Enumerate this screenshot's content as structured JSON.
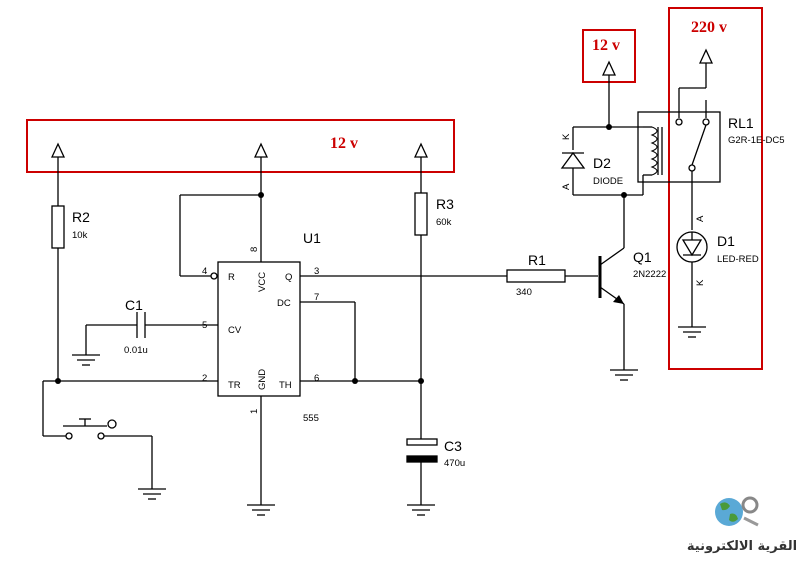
{
  "annotations": {
    "supply_12v_main": "12 v",
    "supply_12v_relay": "12 v",
    "supply_220v": "220 v"
  },
  "components": {
    "u1": {
      "ref": "U1",
      "part": "555",
      "pins": {
        "r": "R",
        "vcc": "VCC",
        "q": "Q",
        "dc": "DC",
        "cv": "CV",
        "tr": "TR",
        "gnd": "GND",
        "th": "TH"
      },
      "pin_numbers": {
        "p1": "1",
        "p2": "2",
        "p3": "3",
        "p4": "4",
        "p5": "5",
        "p6": "6",
        "p7": "7",
        "p8": "8"
      }
    },
    "r2": {
      "ref": "R2",
      "value": "10k"
    },
    "r3": {
      "ref": "R3",
      "value": "60k"
    },
    "r1": {
      "ref": "R1",
      "value": "340"
    },
    "c1": {
      "ref": "C1",
      "value": "0.01u"
    },
    "c3": {
      "ref": "C3",
      "value": "470u"
    },
    "d2": {
      "ref": "D2",
      "value": "DIODE",
      "anode": "A",
      "cathode": "K"
    },
    "q1": {
      "ref": "Q1",
      "value": "2N2222"
    },
    "rl1": {
      "ref": "RL1",
      "value": "G2R-1E-DC5"
    },
    "d1": {
      "ref": "D1",
      "value": "LED-RED",
      "anode": "A",
      "cathode": "K"
    }
  },
  "logo": {
    "text": "القرية الالكترونية",
    "icon": "globe-icon"
  },
  "colors": {
    "highlight": "#cc0000",
    "wire": "#000000"
  }
}
